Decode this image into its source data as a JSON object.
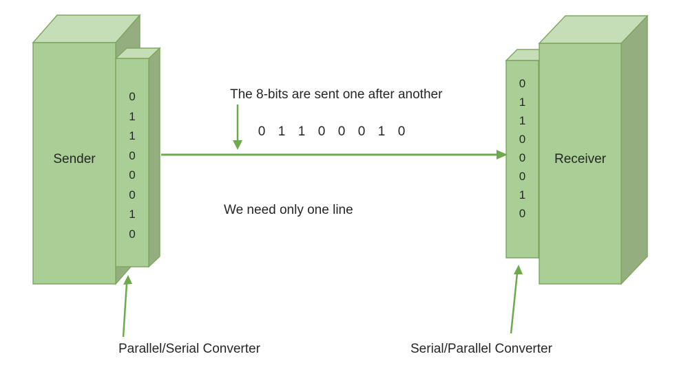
{
  "colors": {
    "box_front": "#a9cf97",
    "box_top": "#c6deb7",
    "box_side": "#95ae7f",
    "box_stroke": "#7ea55e",
    "arrow_color": "#6caa4d",
    "text_color": "#262626"
  },
  "sender": {
    "label": "Sender",
    "converter_bits": [
      "0",
      "1",
      "1",
      "0",
      "0",
      "0",
      "1",
      "0"
    ]
  },
  "receiver": {
    "label": "Receiver",
    "converter_bits": [
      "0",
      "1",
      "1",
      "0",
      "0",
      "0",
      "1",
      "0"
    ]
  },
  "channel": {
    "heading": "The 8-bits are sent one after another",
    "bits": [
      "0",
      "1",
      "1",
      "0",
      "0",
      "0",
      "1",
      "0"
    ],
    "note": "We need only one line"
  },
  "annotations": {
    "parallel_serial_label": "Parallel/Serial Converter",
    "serial_parallel_label": "Serial/Parallel Converter"
  }
}
